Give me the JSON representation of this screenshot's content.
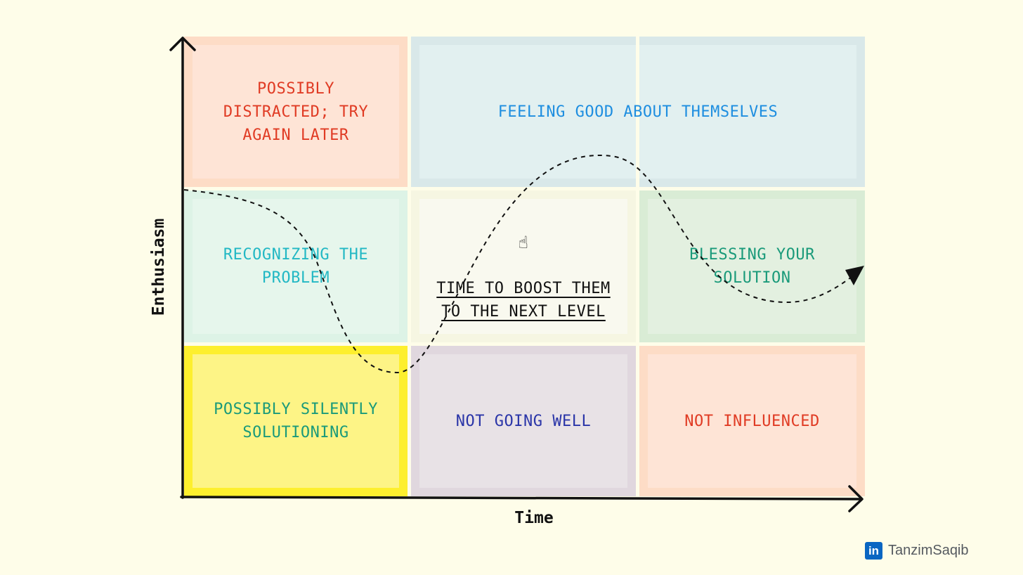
{
  "axes": {
    "x_label": "Time",
    "y_label": "Enthusiasm"
  },
  "quadrants": {
    "top_left": "POSSIBLY\nDISTRACTED; TRY\nAGAIN LATER",
    "top_span": "FEELING GOOD ABOUT THEMSELVES",
    "mid_left": "RECOGNIZING THE\nPROBLEM",
    "mid_center": {
      "pointer_icon": "☝",
      "text": "TIME TO BOOST THEM\nTO THE NEXT LEVEL"
    },
    "mid_right": "BLESSING YOUR\nSOLUTION",
    "bottom_left": "POSSIBLY SILENTLY\nSOLUTIONING",
    "bottom_center": "NOT GOING WELL",
    "bottom_right": "NOT INFLUENCED"
  },
  "credit": {
    "icon": "linkedin-icon",
    "icon_text": "in",
    "name": "TanzimSaqib"
  },
  "colors": {
    "background": "#fefde9",
    "axis": "#111111",
    "red_text": "#e03b24",
    "blue_text": "#1e8ee0",
    "teal_text": "#22b8c4",
    "green_text": "#1a9a7a",
    "indigo_text": "#2a35a8",
    "linkedin_blue": "#0a66c2"
  }
}
